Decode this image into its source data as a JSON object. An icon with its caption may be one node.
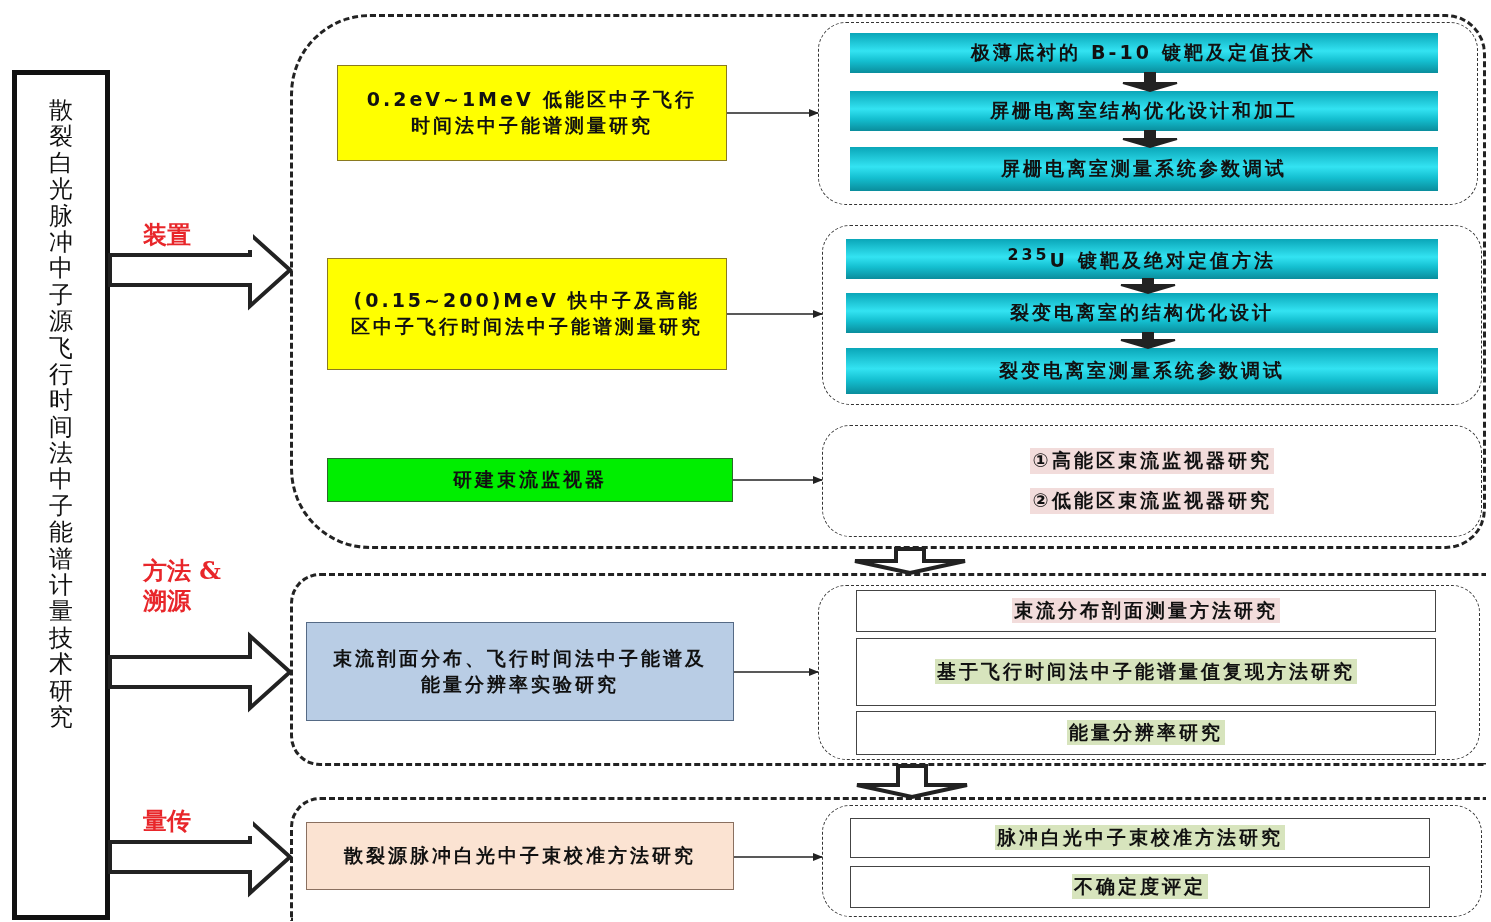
{
  "diagram": {
    "nodes": [
      {
        "text": [
          "散裂白光脉冲中子源飞行时间法中子能谱计量技术研究"
        ]
      },
      {
        "text": [],
        "shape": "box"
      },
      {
        "text": [
          "0.2eV~1MeV 低能区中子飞行时间法中子能谱测量研究"
        ],
        "in": 1
      },
      {
        "text": [],
        "shape": "box",
        "in": 1
      },
      {
        "text": [
          "极薄底衬的 B-10 镀靶及定值技术"
        ],
        "in": 3
      },
      {
        "text": [
          "屏栅电离室结构优化设计和加工"
        ],
        "in": 3
      },
      {
        "text": [
          "屏栅电离室测量系统参数调试"
        ],
        "in": 3
      },
      {
        "text": [
          "(0.15~200)MeV 快中子及高能区中子飞行时间法中子能谱测量研究"
        ],
        "in": 1
      },
      {
        "text": [],
        "shape": "box",
        "in": 1
      },
      {
        "text": [
          "$^{235}$U 镀靶及绝对定值方法"
        ],
        "in": 8
      },
      {
        "text": [
          "裂变电离室的结构优化设计"
        ],
        "in": 8
      },
      {
        "text": [
          "裂变电离室测量系统参数调试"
        ],
        "in": 8
      },
      {
        "text": [
          "研建束流监视器"
        ],
        "in": 1
      },
      {
        "text": [
          "①高能区束流监视器研究",
          "②低能区束流监视器研究"
        ],
        "in": 1
      },
      {
        "text": [],
        "shape": "box"
      },
      {
        "text": [
          "束流剖面分布、飞行时间法中子能谱及能量分辨率实验研究"
        ],
        "in": 14
      },
      {
        "text": [],
        "shape": "box",
        "in": 14
      },
      {
        "text": [
          "束流分布剖面测量方法研究"
        ],
        "in": 16
      },
      {
        "text": [
          "基于飞行时间法中子能谱量值复现方法研究"
        ],
        "in": 16
      },
      {
        "text": [
          "能量分辨率研究"
        ],
        "in": 16
      },
      {
        "text": [],
        "shape": "box"
      },
      {
        "text": [
          "散裂源脉冲白光中子束校准方法研究"
        ],
        "in": 20
      },
      {
        "text": [],
        "shape": "box",
        "in": 20
      },
      {
        "text": [
          "脉冲白光中子束校准方法研究"
        ],
        "in": 22
      },
      {
        "text": [
          "不确定度评定"
        ],
        "in": 22
      }
    ],
    "edges": [
      {
        "from": 0,
        "to": 1,
        "arrow": "to",
        "label": "装置",
        "style": "thick"
      },
      {
        "from": 0,
        "to": 14,
        "arrow": "to",
        "label": "方法 & 溯源",
        "style": "thick"
      },
      {
        "from": 0,
        "to": 20,
        "arrow": "to",
        "label": "量传",
        "style": "thick"
      },
      {
        "from": 2,
        "to": 3,
        "arrow": "to"
      },
      {
        "from": 4,
        "to": 5,
        "arrow": "to",
        "style": "thick"
      },
      {
        "from": 5,
        "to": 6,
        "arrow": "to",
        "style": "thick"
      },
      {
        "from": 7,
        "to": 8,
        "arrow": "to"
      },
      {
        "from": 9,
        "to": 10,
        "arrow": "to",
        "style": "thick"
      },
      {
        "from": 10,
        "to": 11,
        "arrow": "to",
        "style": "thick"
      },
      {
        "from": 12,
        "to": 13,
        "arrow": "to"
      },
      {
        "from": 1,
        "to": 14,
        "arrow": "to",
        "style": "thick"
      },
      {
        "from": 15,
        "to": 16,
        "arrow": "to"
      },
      {
        "from": 14,
        "to": 20,
        "arrow": "to",
        "style": "thick"
      },
      {
        "from": 21,
        "to": 22,
        "arrow": "to"
      }
    ]
  }
}
